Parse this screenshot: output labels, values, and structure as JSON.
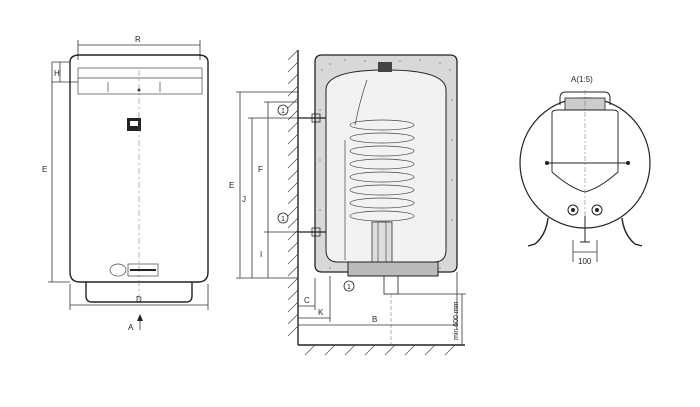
{
  "front_view": {
    "dim_R": "R",
    "dim_H": "H",
    "dim_E": "E",
    "dim_D": "D",
    "view_marker": "A"
  },
  "section_view": {
    "dim_E": "E",
    "dim_J": "J",
    "dim_F": "F",
    "dim_I": "I",
    "dim_C": "C",
    "dim_K": "K",
    "dim_B": "B",
    "min_clearance": "min 600 mm",
    "callouts": [
      "1",
      "1",
      "1"
    ]
  },
  "detail_view": {
    "title": "A(1:5)",
    "dim_100": "100"
  }
}
